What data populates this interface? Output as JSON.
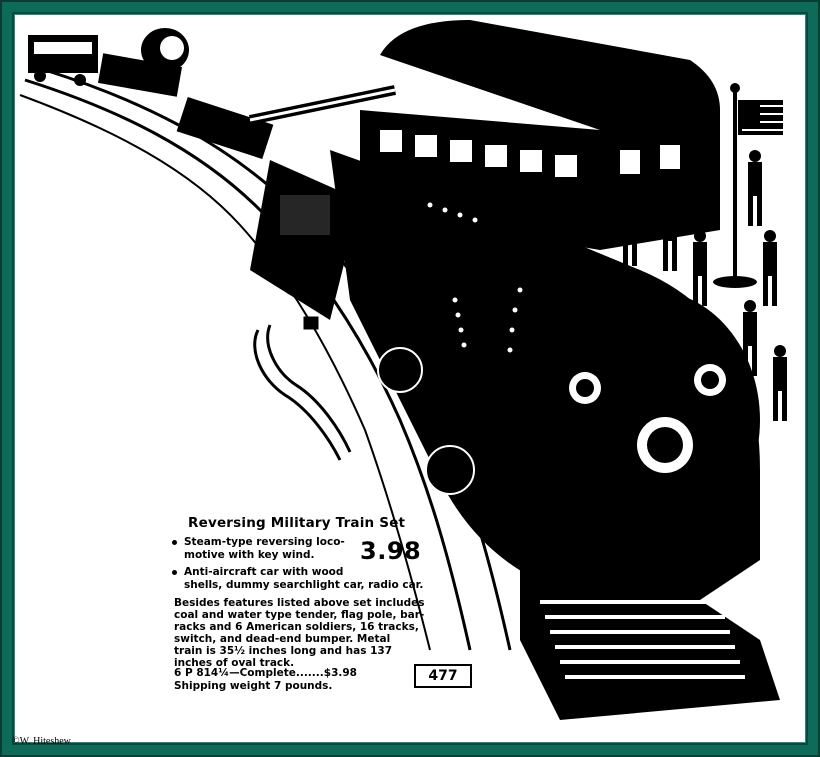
{
  "ad": {
    "title": "Reversing Military Train Set",
    "bullets": [
      "Steam-type reversing loco-",
      "motive with key wind.",
      "Anti-aircraft car with wood",
      "shells, dummy searchlight car, radio car."
    ],
    "price_big": "3.98",
    "body_lines": [
      "Besides features listed above set includes",
      "coal and water type tender, flag pole, bar-",
      "racks and 6 American soldiers, 16 tracks,",
      "switch, and dead-end bumper. Metal",
      "train is 35½ inches long and has 137",
      "inches of oval track."
    ],
    "order_line": "6 P 814¼—Complete.......$3.98",
    "shipping": "Shipping weight 7 pounds.",
    "page_number": "477"
  },
  "credit": "©W. Hiteshew",
  "colors": {
    "frame": "#0e6b5a",
    "ink": "#000000",
    "paper": "#ffffff"
  }
}
